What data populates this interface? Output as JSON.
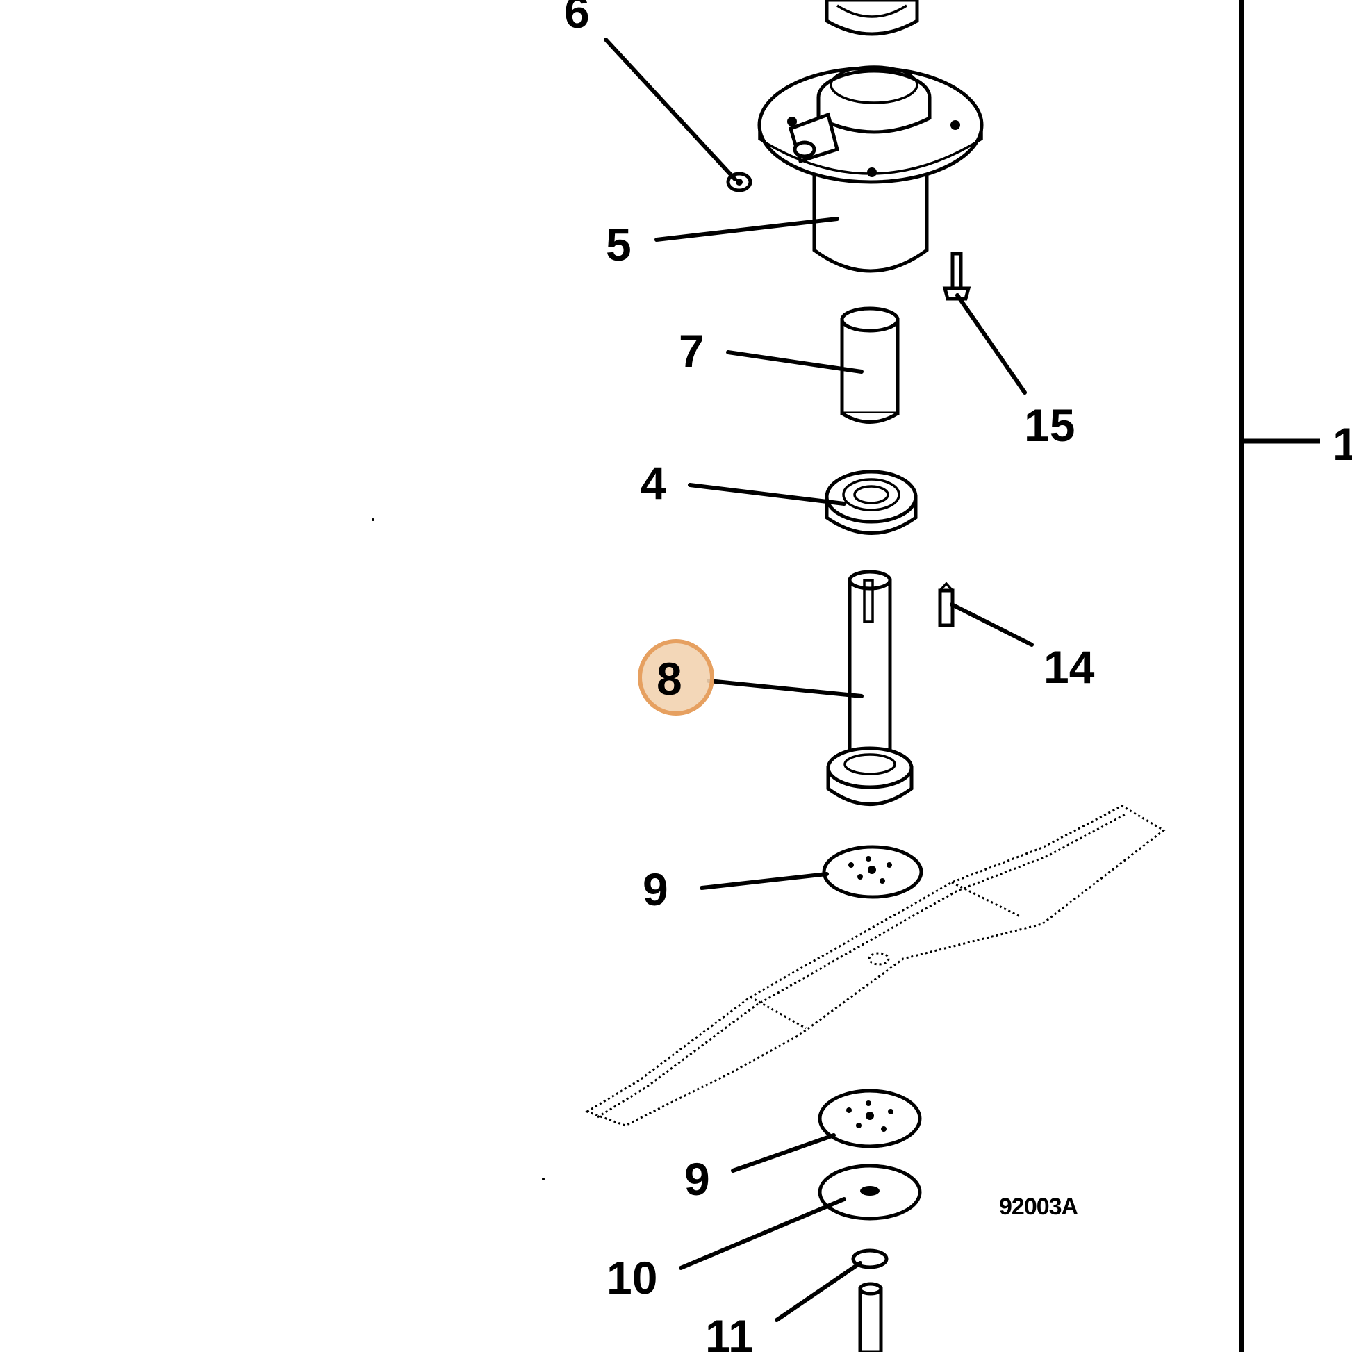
{
  "diagram": {
    "callouts": {
      "c6": "6",
      "c5": "5",
      "c7": "7",
      "c15": "15",
      "c4": "4",
      "c14": "14",
      "c8": "8",
      "c9a": "9",
      "c9b": "9",
      "c10": "10",
      "c11": "11",
      "c1": "1"
    },
    "drawing_code": "92003A",
    "highlighted_callout": "8",
    "highlight_color": "#e6a060",
    "highlight_fill": "#f2d3b0"
  }
}
